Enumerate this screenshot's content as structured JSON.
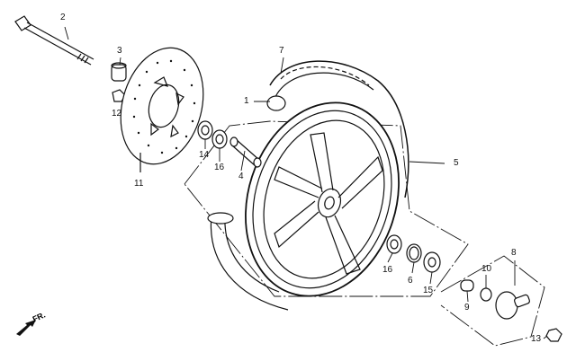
{
  "title": "Front wheel parts diagram",
  "callouts": {
    "p1": "1",
    "p2": "2",
    "p3": "3",
    "p4": "4",
    "p5": "5",
    "p6": "6",
    "p7": "7",
    "p8": "8",
    "p9": "9",
    "p10": "10",
    "p11": "11",
    "p12": "12",
    "p13": "13",
    "p14": "14",
    "p15": "15",
    "p16a": "16",
    "p16b": "16"
  },
  "direction_label": "FR."
}
